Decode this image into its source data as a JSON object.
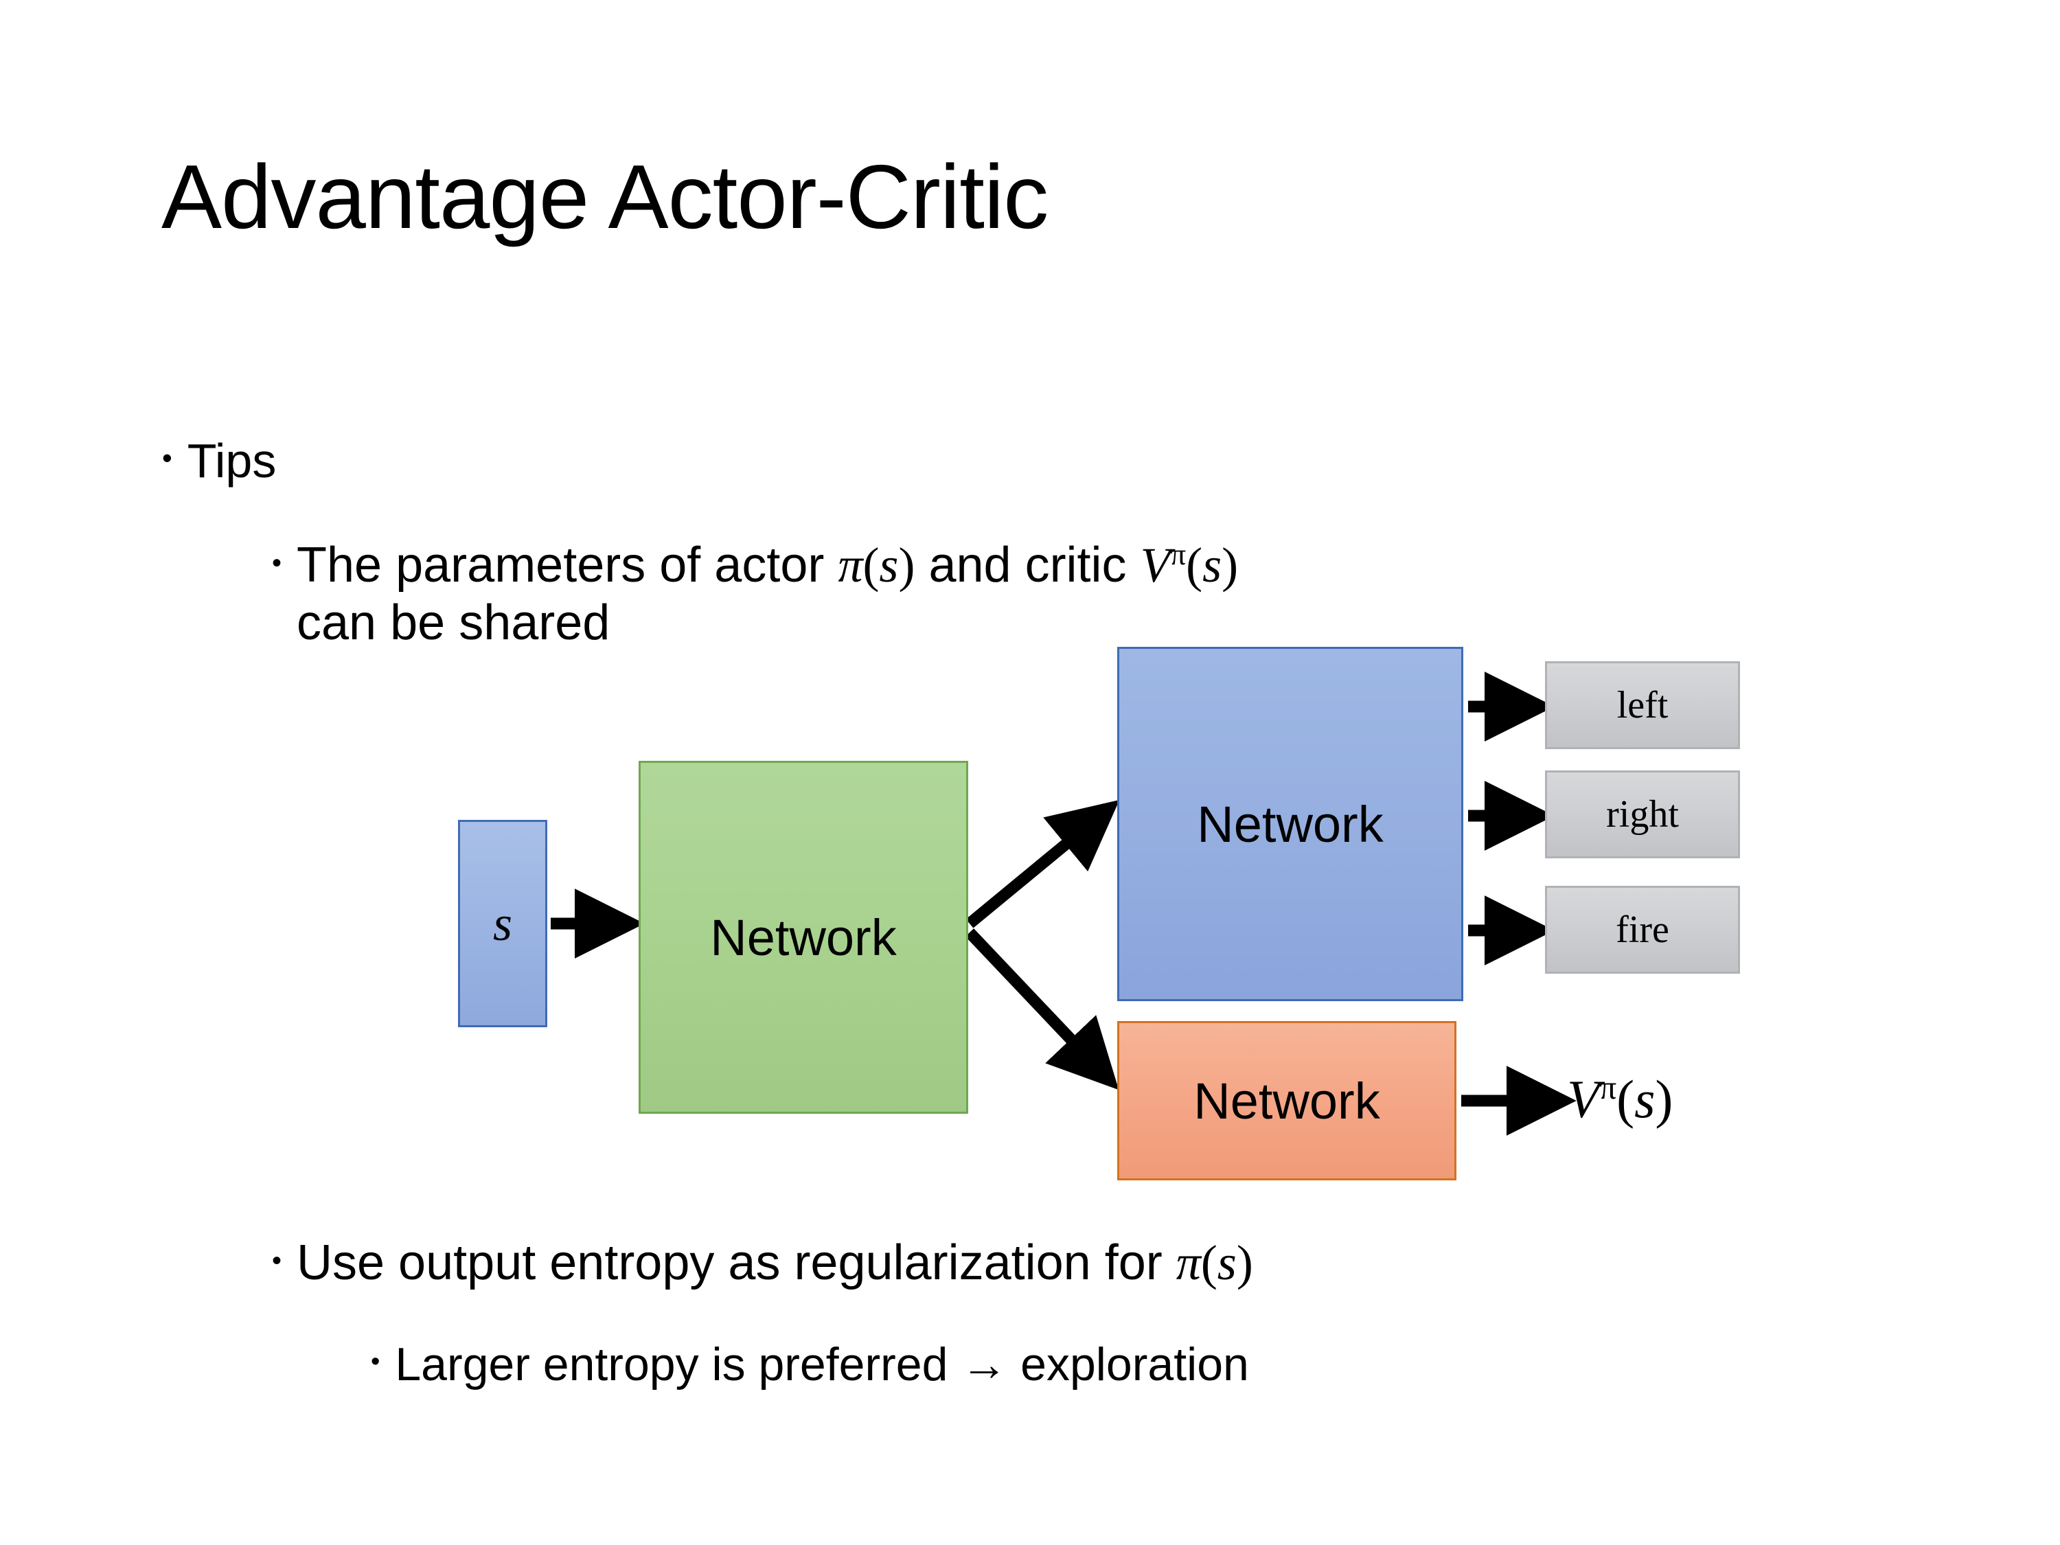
{
  "slide": {
    "title": "Advantage Actor-Critic",
    "background_color": "#ffffff"
  },
  "bullets": {
    "tips": "Tips",
    "shared_line1_a": "The parameters of actor ",
    "shared_math_pi": "π(s)",
    "shared_line1_b": "  and critic ",
    "shared_math_v": "Vπ(s)",
    "shared_line2": "can be shared",
    "entropy_a": "Use output entropy as regularization for ",
    "entropy_math": "π(s)",
    "larger": "Larger entropy is preferred → exploration"
  },
  "diagram": {
    "state_label": "s",
    "shared_network_label": "Network",
    "actor_network_label": "Network",
    "critic_network_label": "Network",
    "actions": [
      "left",
      "right",
      "fire"
    ],
    "value_output": "Vπ(s)",
    "colors": {
      "state_box": "#9ab3e2",
      "state_border": "#3f6bb5",
      "shared_box": "#a8d18e",
      "shared_border": "#6fa84e",
      "actor_box": "#95aee0",
      "actor_border": "#3f6bb5",
      "critic_box": "#f4a585",
      "critic_border": "#d4721f",
      "action_box": "#cbcdd0",
      "action_border": "#b0b2b5",
      "arrow": "#000000",
      "text": "#000000"
    }
  }
}
